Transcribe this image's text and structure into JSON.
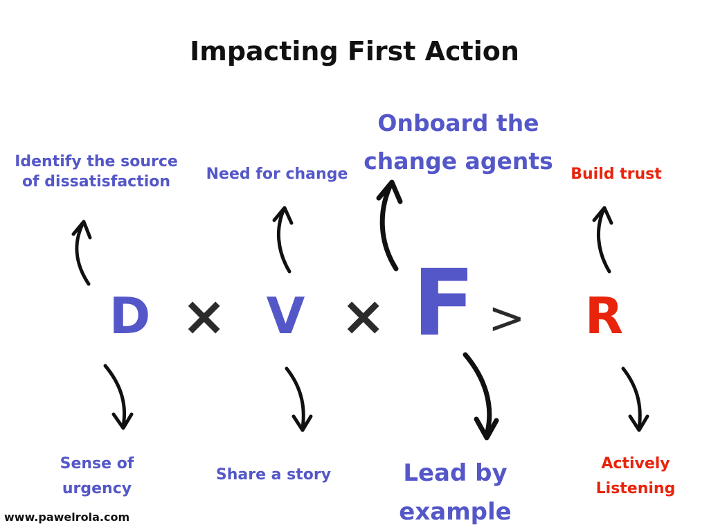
{
  "title": "Impacting First Action",
  "formula": {
    "d": "D",
    "times1": "×",
    "v": "V",
    "times2": "×",
    "f": "F",
    "gt": ">",
    "r": "R"
  },
  "top_labels": {
    "d_line1": "Identify the source",
    "d_line2": "of dissatisfaction",
    "v": "Need for change",
    "f_line1": "Onboard the",
    "f_line2": "change agents",
    "r": "Build trust"
  },
  "bottom_labels": {
    "d_line1": "Sense of",
    "d_line2": "urgency",
    "v": "Share a story",
    "f_line1": "Lead by",
    "f_line2": "example",
    "r_line1": "Actively",
    "r_line2": "Listening"
  },
  "footer": "www.pawelrola.com",
  "colors": {
    "blue": "#5457c8",
    "red": "#e8240c",
    "dark": "#111111"
  }
}
